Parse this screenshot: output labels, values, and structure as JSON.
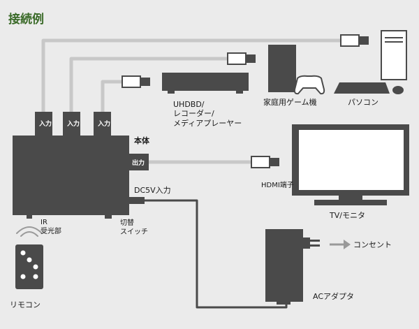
{
  "title": "接続例",
  "ports": {
    "in1": "入力",
    "in2": "入力",
    "in3": "入力",
    "out": "出力"
  },
  "labels": {
    "main_unit": "本体",
    "hdmi_terminal": "HDMI端子",
    "dc_input": "DC5V入力",
    "ir_line1": "IR",
    "ir_line2": "受光部",
    "switch_line1": "切替",
    "switch_line2": "スイッチ",
    "remote": "リモコン",
    "ac_adapter": "ACアダプタ",
    "outlet": "コンセント",
    "tv": "TV/モニタ",
    "player_line1": "UHDBD/",
    "player_line2": "レコーダー/",
    "player_line3": "メディアプレーヤー",
    "console": "家庭用ゲーム機",
    "pc": "パソコン"
  },
  "colors": {
    "background": "#ebebeb",
    "device": "#4a4a4a",
    "cable": "#c8c8c8",
    "title": "#3a6a28",
    "screen": "#ffffff"
  }
}
